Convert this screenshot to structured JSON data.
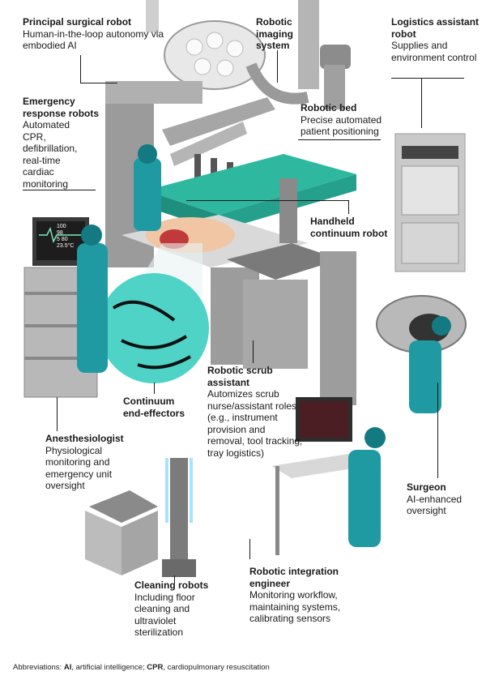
{
  "labels": {
    "principal": {
      "title": "Principal surgical robot",
      "desc": "Human-in-the-loop autonomy via embodied AI"
    },
    "imaging": {
      "title": "Robotic imaging system",
      "desc": ""
    },
    "logistics": {
      "title": "Logistics assistant robot",
      "desc": "Supplies and environment control"
    },
    "emergency": {
      "title": "Emergency response robots",
      "desc": "Automated CPR, defibrillation, real-time cardiac monitoring"
    },
    "bed": {
      "title": "Robotic bed",
      "desc": "Precise automated patient positioning"
    },
    "handheld": {
      "title": "Handheld continuum robot",
      "desc": ""
    },
    "effectors": {
      "title": "Continuum end-effectors",
      "desc": ""
    },
    "scrub": {
      "title": "Robotic scrub assistant",
      "desc": "Automizes scrub nurse/assistant roles (e.g., instrument provision and removal, tool tracking, tray logistics)"
    },
    "anesth": {
      "title": "Anesthesiologist",
      "desc": "Physiological monitoring and emergency unit oversight"
    },
    "surgeon": {
      "title": "Surgeon",
      "desc": "AI-enhanced oversight"
    },
    "cleaning": {
      "title": "Cleaning robots",
      "desc": "Including floor cleaning and ultraviolet sterilization"
    },
    "integration": {
      "title": "Robotic integration engineer",
      "desc": "Monitoring workflow, maintaining systems, calibrating sensors"
    }
  },
  "monitor": {
    "v1": "100",
    "v2": "98",
    "v3": "5",
    "v4": "80",
    "v5": "23.5°C"
  },
  "footnote": {
    "prefix": "Abbreviations: ",
    "ai_abbr": "AI",
    "ai_full": ", artificial intelligence; ",
    "cpr_abbr": "CPR",
    "cpr_full": ", cardiopulmonary resuscitation"
  },
  "colors": {
    "teal": "#1f9aa3",
    "teal_dark": "#137a82",
    "gray": "#a3a3a3",
    "gray_dark": "#6f6f6f",
    "bed": "#2fb8a0",
    "skin": "#f1c6a4"
  }
}
